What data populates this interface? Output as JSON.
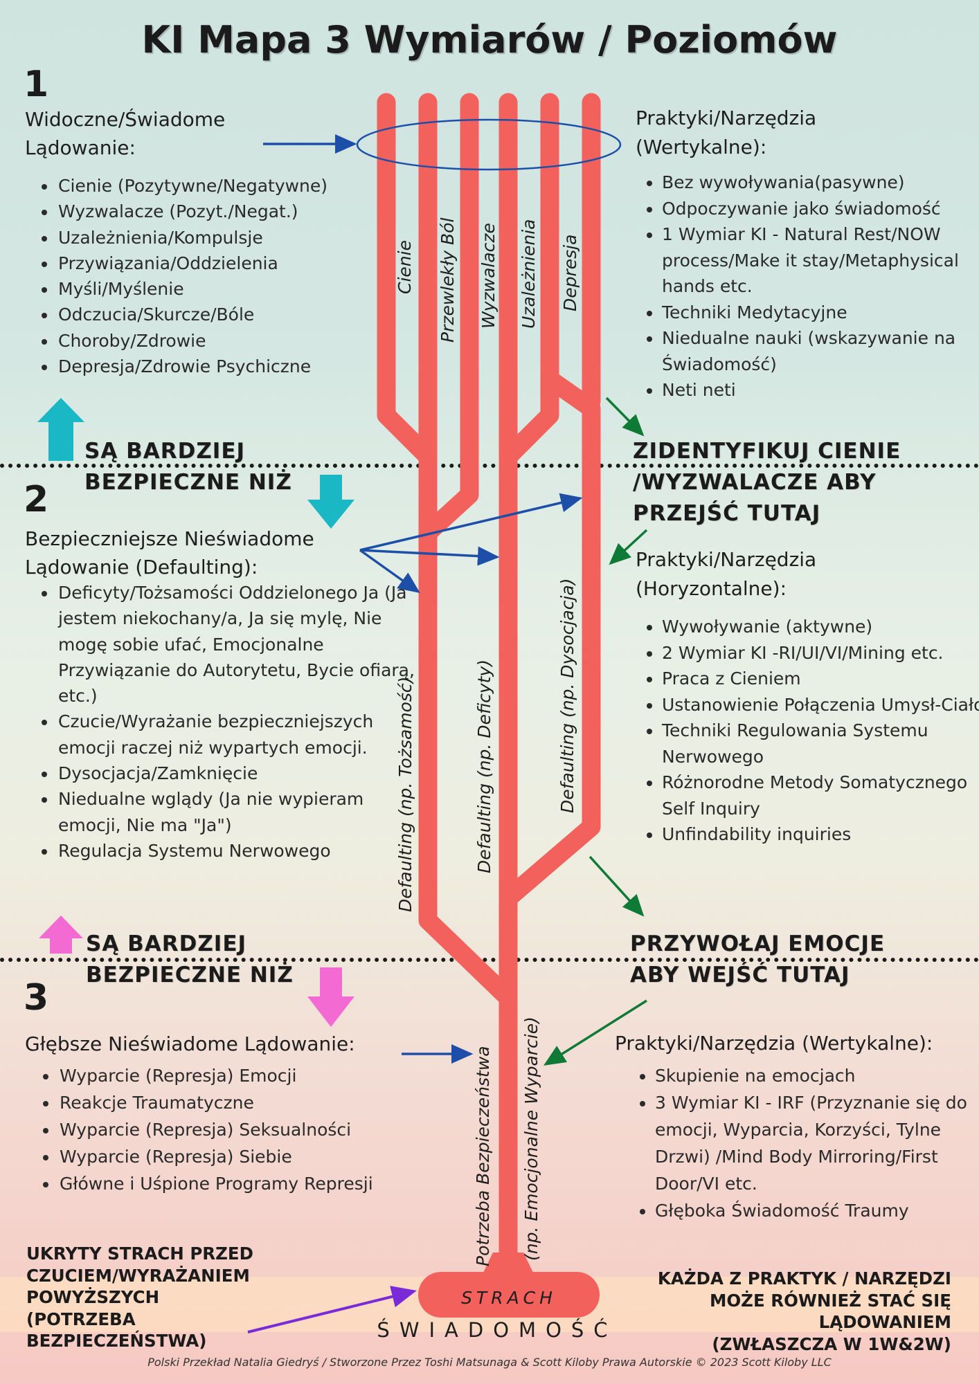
{
  "title": "KI Mapa 3 Wymiarów / Poziomów",
  "level1": {
    "number": "1",
    "title": [
      "Widoczne/Świadome",
      "Lądowanie:"
    ],
    "items": [
      "Cienie (Pozytywne/Negatywne)",
      "Wyzwalacze (Pozyt./Negat.)",
      "Uzależnienia/Kompulsje",
      "Przywiązania/Oddzielenia",
      "Myśli/Myślenie",
      "Odczucia/Skurcze/Bóle",
      "Choroby/Zdrowie",
      "Depresja/Zdrowie Psychiczne"
    ],
    "safer": [
      "SĄ BARDZIEJ",
      "BEZPIECZNE NIŻ"
    ]
  },
  "practices1": {
    "title": [
      "Praktyki/Narzędzia",
      "(Wertykalne):"
    ],
    "items": [
      "Bez wywoływania(pasywne)",
      "Odpoczywanie jako świadomość",
      "1 Wymiar KI - Natural Rest/NOW process/Make it stay/Metaphysical hands etc.",
      "Techniki Medytacyjne",
      "Niedualne nauki (wskazywanie na Świadomość)",
      "Neti neti"
    ],
    "banner": [
      "ZIDENTYFIKUJ CIENIE",
      "/WYZWALACZE ABY",
      "PRZEJŚĆ TUTAJ"
    ]
  },
  "level2": {
    "number": "2",
    "title": [
      "Bezpieczniejsze Nieświadome",
      "Lądowanie (Defaulting):"
    ],
    "items": [
      "Deficyty/Tożsamości Oddzielonego Ja (Ja jestem niekochany/a, Ja się mylę, Nie mogę sobie ufać, Emocjonalne Przywiązanie do Autorytetu, Bycie ofiarą, etc.)",
      "Czucie/Wyrażanie bezpieczniejszych emocji raczej niż wypartych emocji.",
      "Dysocjacja/Zamknięcie",
      "Niedualne wglądy (Ja nie wypieram emocji, Nie ma \"Ja\")",
      "Regulacja Systemu Nerwowego"
    ],
    "safer": [
      "SĄ BARDZIEJ",
      "BEZPIECZNE NIŻ"
    ]
  },
  "practices2": {
    "title": [
      "Praktyki/Narzędzia",
      "(Horyzontalne):"
    ],
    "items": [
      "Wywoływanie (aktywne)",
      "2 Wymiar KI -RI/UI/VI/Mining etc.",
      "Praca z Cieniem",
      "Ustanowienie Połączenia Umysł-Ciało",
      "Techniki Regulowania Systemu Nerwowego",
      "Różnorodne Metody Somatycznego Self Inquiry",
      "Unfindability inquiries"
    ],
    "banner": [
      "PRZYWOŁAJ EMOCJE",
      "ABY WEJŚĆ TUTAJ"
    ]
  },
  "level3": {
    "number": "3",
    "title": [
      "Głębsze Nieświadome Lądowanie:"
    ],
    "items": [
      "Wyparcie (Represja) Emocji",
      "Reakcje Traumatyczne",
      "Wyparcie (Represja) Seksualności",
      "Wyparcie (Represja) Siebie",
      "Główne i Uśpione Programy Represji"
    ]
  },
  "practices3": {
    "title": [
      "Praktyki/Narzędzia (Wertykalne):"
    ],
    "items": [
      "Skupienie na emocjach",
      "3 Wymiar KI - IRF (Przyznanie się do emocji, Wyparcia, Korzyści, Tylne Drzwi) /Mind Body Mirroring/First Door/VI etc.",
      "Głęboka Świadomość Traumy"
    ]
  },
  "tree_labels": {
    "branches": [
      "Cienie",
      "Przewlekły Ból",
      "Wyzwalacze",
      "Uzależnienia",
      "Depresja"
    ],
    "defaulting": [
      "Defaulting (np. Tożsamość)",
      "Defaulting (np. Deficyty)",
      "Defaulting (np. Dysocjacja)"
    ],
    "root": [
      "Potrzeba Bezpieczeństwa",
      "(np. Emocjonalne Wyparcie)"
    ],
    "fear": "STRACH",
    "awareness": "ŚWIADOMOŚĆ"
  },
  "hidden_fear": [
    "UKRYTY STRACH PRZED",
    "CZUCIEM/WYRAŻANIEM",
    "POWYŻSZYCH",
    "(POTRZEBA",
    "BEZPIECZEŃSTWA)"
  ],
  "any_practice": [
    "KAŻDA Z PRAKTYK / NARZĘDZI",
    "MOŻE RÓWNIEŻ STAĆ SIĘ",
    "LĄDOWANIEM",
    "(ZWŁASZCZA W 1W&2W)"
  ],
  "footer": "Polski Przekład Natalia Giedryś / Stworzone Przez Toshi Matsunaga & Scott Kiloby  Prawa Autorskie © 2023 Scott Kiloby LLC",
  "colors": {
    "tree": "#f2615c",
    "arrow_blue": "#1d4fa8",
    "arrow_green": "#0e7a35",
    "arrow_purple": "#7a2bd8",
    "up_cyan": "#19b8c4",
    "up_pink": "#f26ad2"
  }
}
